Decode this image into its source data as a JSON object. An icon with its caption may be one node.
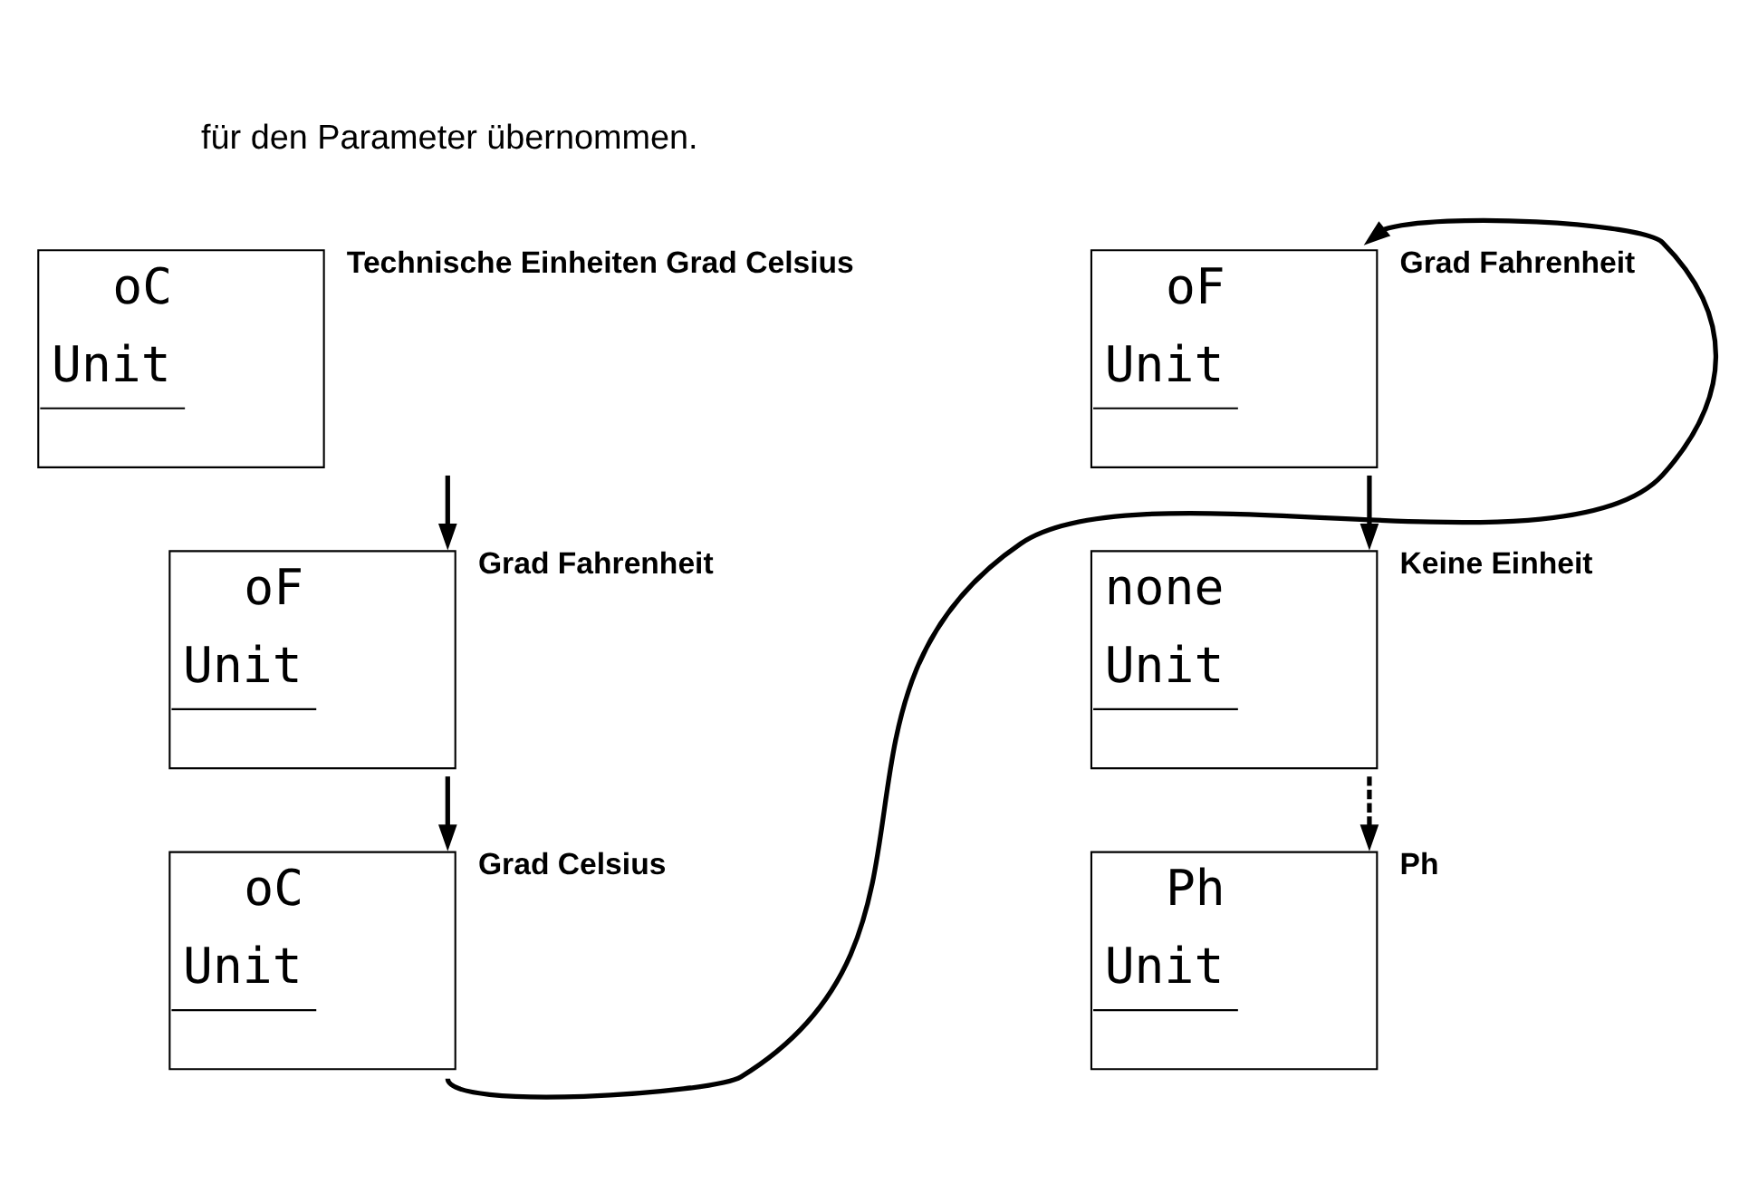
{
  "diagram": {
    "nodes": [
      {
        "text": [
          "oC",
          "Unit"
        ],
        "beside": [
          "Technische Einheiten Grad Celsius"
        ]
      },
      {
        "text": [
          "oF",
          "Unit"
        ],
        "beside": [
          "Grad Fahrenheit"
        ]
      },
      {
        "text": [
          "oC",
          "Unit"
        ],
        "beside": [
          "Grad Celsius"
        ]
      },
      {
        "text": [
          "oF",
          "Unit"
        ],
        "beside": [
          "Grad Fahrenheit"
        ]
      },
      {
        "text": [
          "none",
          "Unit"
        ],
        "beside": [
          "Keine Einheit"
        ]
      },
      {
        "text": [
          "Ph",
          "Unit"
        ],
        "beside": [
          "Ph"
        ]
      }
    ],
    "edges": [
      {
        "from": 0,
        "to": 1,
        "arrow": "to"
      },
      {
        "from": 1,
        "to": 2,
        "arrow": "to"
      },
      {
        "from": 2,
        "to": 3,
        "arrow": "to"
      },
      {
        "from": 3,
        "to": 4,
        "arrow": "to"
      },
      {
        "from": 4,
        "to": 5,
        "arrow": "to",
        "style": "dashed"
      }
    ],
    "labels": [
      "für den Parameter übernommen."
    ]
  }
}
